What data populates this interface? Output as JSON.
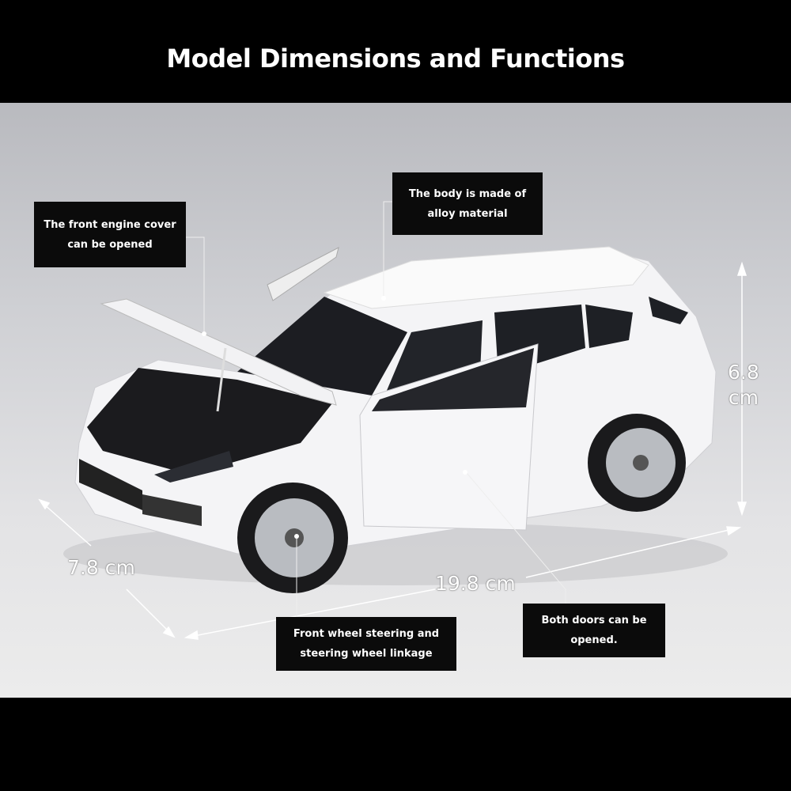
{
  "header": {
    "title": "Model Dimensions and Functions"
  },
  "callouts": [
    {
      "line1": "The front engine cover",
      "line2": "can be opened"
    },
    {
      "line1": "The body is made of",
      "line2": "alloy material"
    },
    {
      "line1": "Front wheel steering and",
      "line2": "steering wheel linkage"
    },
    {
      "line1": "Both doors can be",
      "line2": "opened."
    }
  ],
  "dimensions": {
    "height_value": "6.8",
    "height_unit": "cm",
    "width": "7.8 cm",
    "length": "19.8 cm"
  },
  "colors": {
    "band": "#000000",
    "callout_bg": "#0b0b0b",
    "car": "#f4f4f6"
  }
}
